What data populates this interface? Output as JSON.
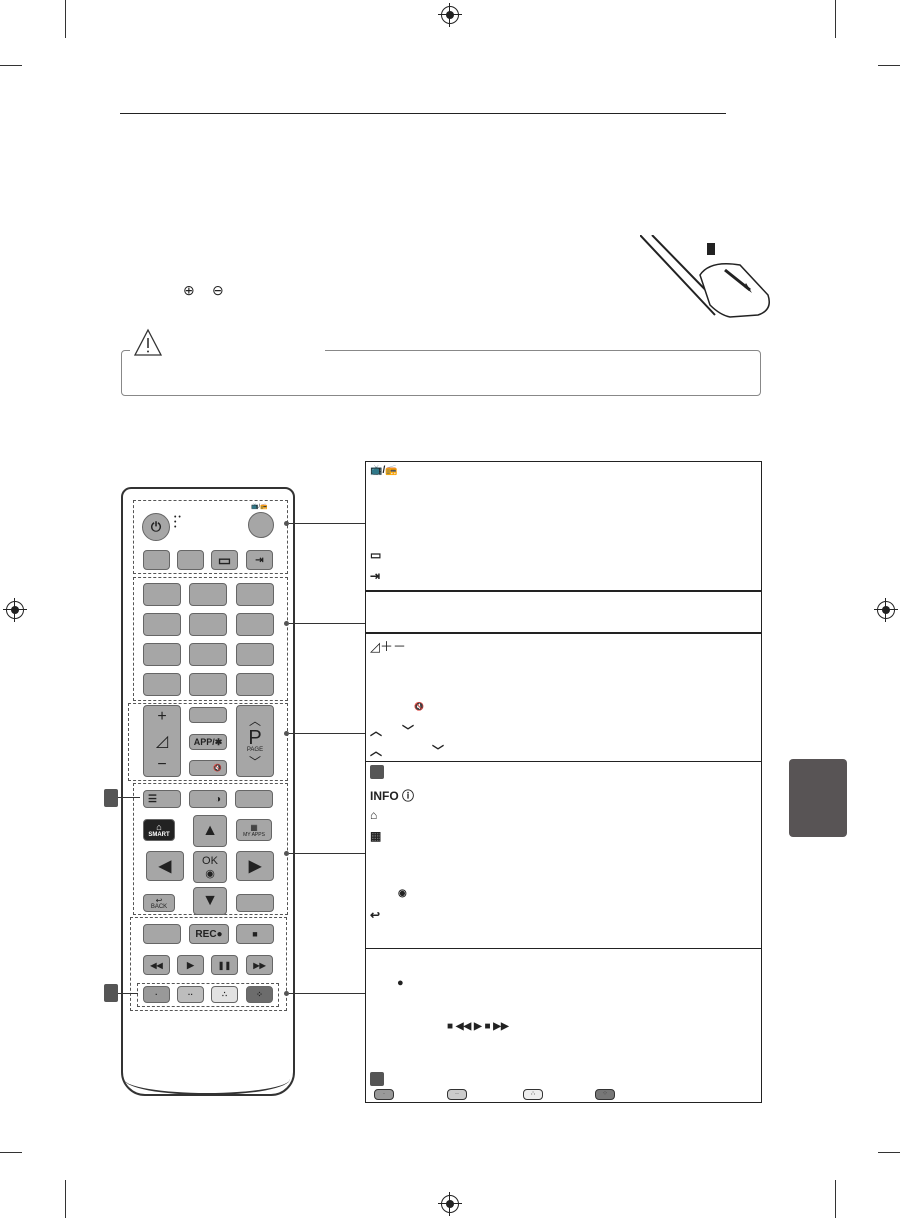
{
  "page": {
    "battery_polarity": {
      "plus_icon": "⊕",
      "minus_icon": "⊖"
    },
    "caution": {
      "icon": "warning-triangle-icon",
      "glyph": "!"
    },
    "battery_figure": {
      "step_label": "1"
    }
  },
  "remote": {
    "top_group": {
      "power_icon": "⏻",
      "tv_rad_label": "📺/📻",
      "row_buttons": [
        "",
        "",
        "▭",
        "⇥"
      ]
    },
    "number_pad": {
      "keys": [
        "",
        "",
        "",
        "",
        "",
        "",
        "",
        "",
        "",
        "",
        "",
        ""
      ]
    },
    "volume_group": {
      "vol_plus": "+",
      "vol_icon": "◿",
      "vol_minus": "−",
      "app_label": "APP/✱",
      "mute_icon": "🔇",
      "page_up": "︿",
      "page_p": "P",
      "page_label": "PAGE",
      "page_down": "﹀"
    },
    "nav_group": {
      "marker_label": "",
      "guide_icon": "☰",
      "info_icon": "◑",
      "smart_icon": "⌂",
      "smart_label": "SMART",
      "myapps_icon": "▦",
      "myapps_label": "MY APPS",
      "up": "▲",
      "left": "◀",
      "ok_label": "OK",
      "ok_icon": "◉",
      "right": "▶",
      "down": "▼",
      "back_icon": "↩",
      "back_label": "BACK"
    },
    "media_group": {
      "rec_label": "REC●",
      "stop": "■",
      "rewind": "◀◀",
      "play": "▶",
      "pause": "❚❚",
      "ffwd": "▶▶",
      "color_keys": [
        "·",
        "··",
        "∴",
        "⁘"
      ],
      "color_values": [
        "#999999",
        "#bdbdbd",
        "#e2e2e2",
        "#6c6c6c"
      ]
    }
  },
  "panel": {
    "sec1": {
      "tvrad_icon": "📺/📻",
      "ratio_icon": "▭",
      "input_icon": "⇥"
    },
    "sec2": {},
    "sec3": {
      "vol_icons": "◿＋－",
      "mute_icon": "🔇",
      "ch_up": "︿",
      "ch_down": "﹀",
      "page_up": "︿",
      "page_down": "﹀"
    },
    "sec4": {
      "info_label": "INFO ⓘ",
      "home_icon": "⌂",
      "apps_icon": "▦",
      "ok_icon": "◉",
      "back_icon": "↩"
    },
    "sec5": {
      "rec_dot": "●",
      "playback_icons": "■ ◀◀ ▶ ■ ▶▶",
      "color_keys": [
        "·",
        "··",
        "∴",
        "⁘"
      ]
    }
  }
}
